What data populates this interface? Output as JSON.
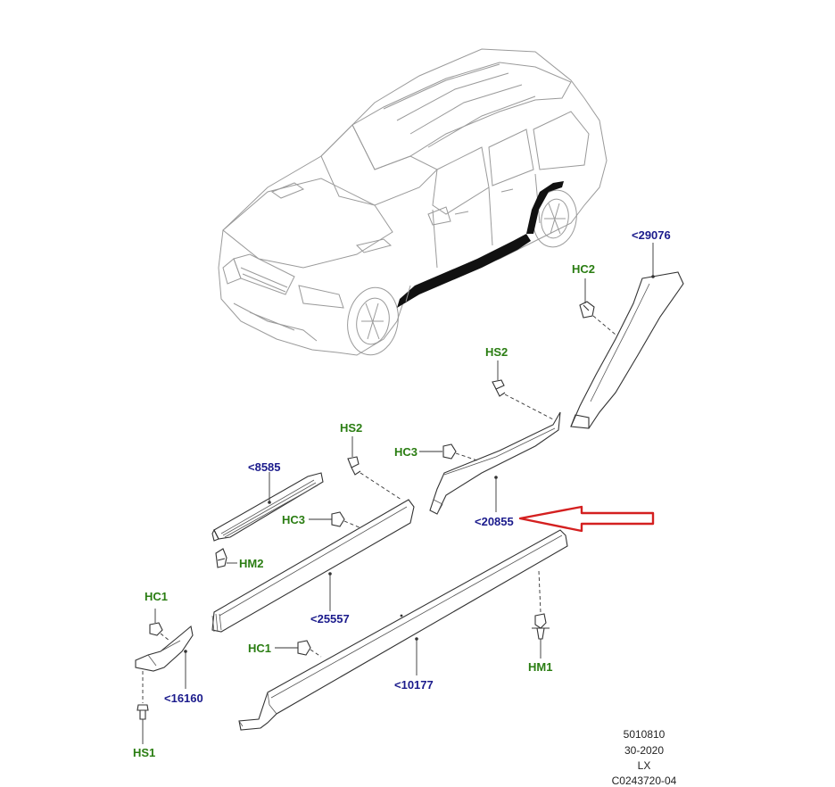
{
  "parts": {
    "p29076": "<29076",
    "p8585": "<8585",
    "p20855": "<20855",
    "p25557": "<25557",
    "p16160": "<16160",
    "p10177": "<10177"
  },
  "fasteners": {
    "hc2": "HC2",
    "hs2_top": "HS2",
    "hs2_mid": "HS2",
    "hc3_upper": "HC3",
    "hc3_lower": "HC3",
    "hm2": "HM2",
    "hc1_left": "HC1",
    "hc1_bottom": "HC1",
    "hm1": "HM1",
    "hs1": "HS1"
  },
  "info_block": {
    "line1": "5010810",
    "line2": "30-2020",
    "line3": "LX",
    "line4": "C0243720-04"
  },
  "colors": {
    "part_label": "#1b1b8c",
    "fastener_label": "#2a7d12",
    "highlight_arrow": "#d42020"
  }
}
